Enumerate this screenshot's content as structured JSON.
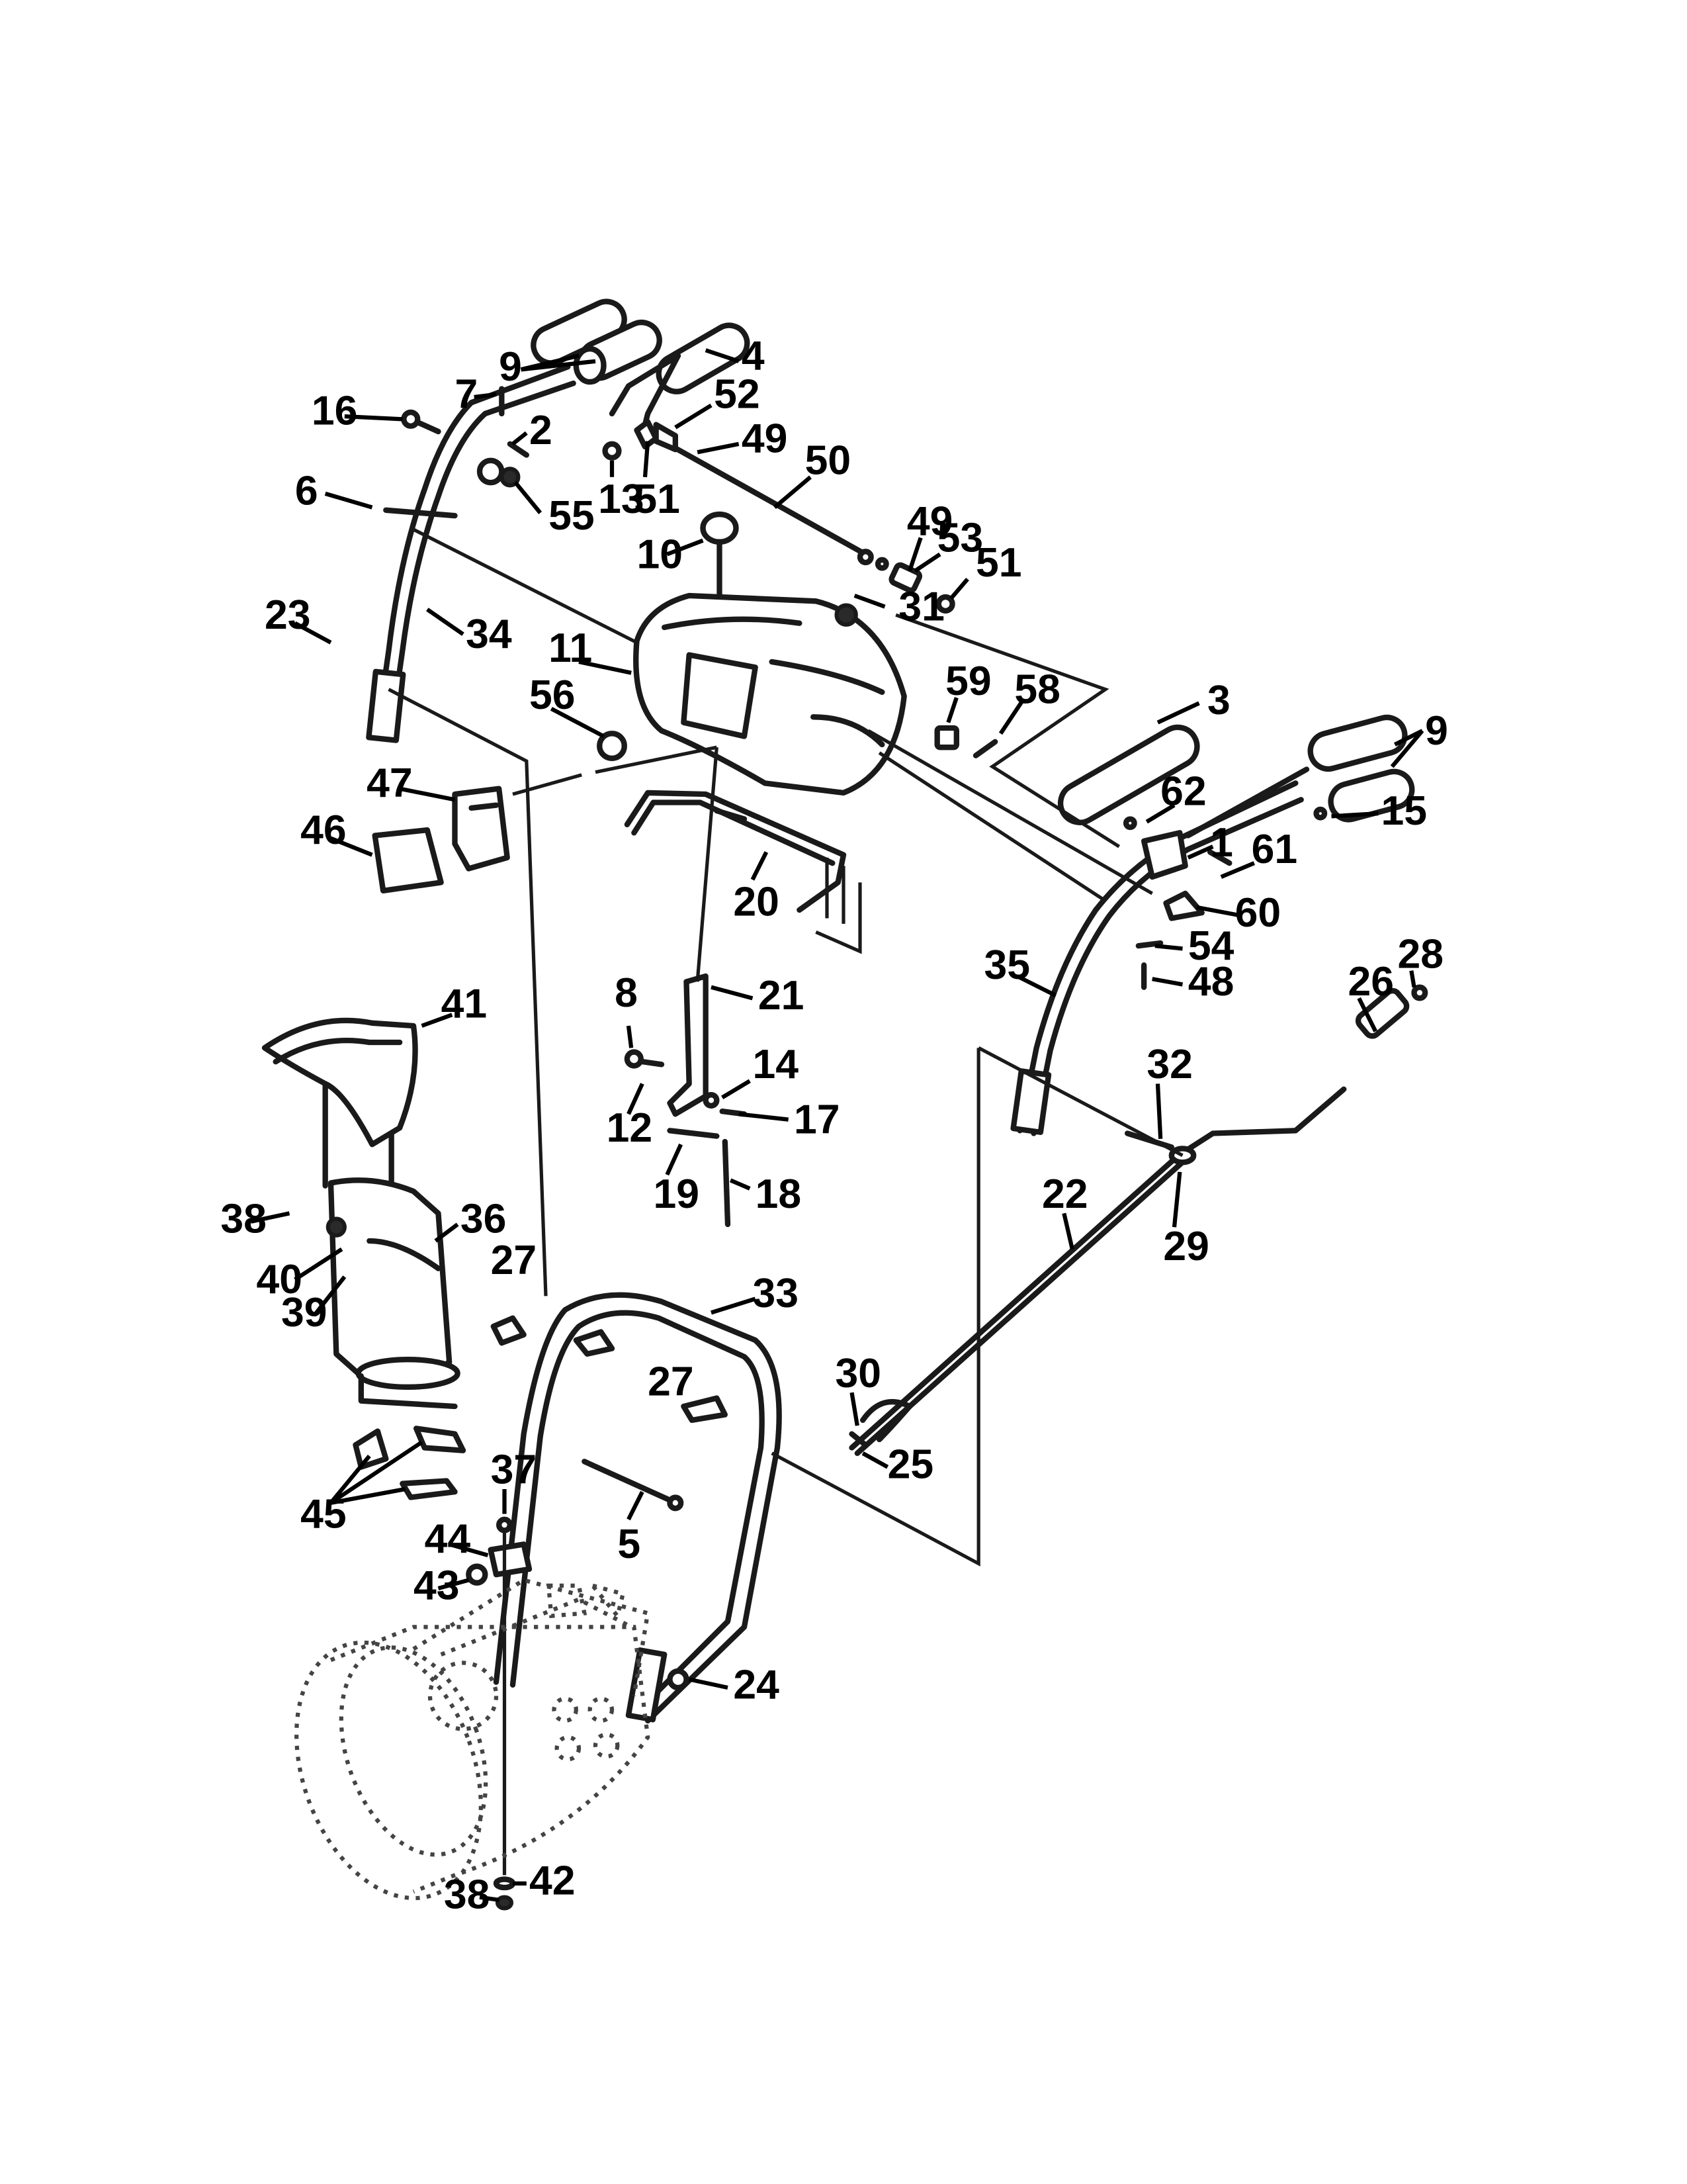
{
  "callouts": [
    {
      "id": "c1",
      "text": "1"
    },
    {
      "id": "c2",
      "text": "2"
    },
    {
      "id": "c3",
      "text": "3"
    },
    {
      "id": "c4",
      "text": "4"
    },
    {
      "id": "c5",
      "text": "5"
    },
    {
      "id": "c6",
      "text": "6"
    },
    {
      "id": "c7",
      "text": "7"
    },
    {
      "id": "c8",
      "text": "8"
    },
    {
      "id": "c9a",
      "text": "9"
    },
    {
      "id": "c9b",
      "text": "9"
    },
    {
      "id": "c10",
      "text": "10"
    },
    {
      "id": "c11",
      "text": "11"
    },
    {
      "id": "c12",
      "text": "12"
    },
    {
      "id": "c13",
      "text": "13"
    },
    {
      "id": "c14",
      "text": "14"
    },
    {
      "id": "c15",
      "text": "15"
    },
    {
      "id": "c16",
      "text": "16"
    },
    {
      "id": "c17",
      "text": "17"
    },
    {
      "id": "c18",
      "text": "18"
    },
    {
      "id": "c19",
      "text": "19"
    },
    {
      "id": "c20",
      "text": "20"
    },
    {
      "id": "c21",
      "text": "21"
    },
    {
      "id": "c22",
      "text": "22"
    },
    {
      "id": "c23",
      "text": "23"
    },
    {
      "id": "c24",
      "text": "24"
    },
    {
      "id": "c25",
      "text": "25"
    },
    {
      "id": "c26",
      "text": "26"
    },
    {
      "id": "c27a",
      "text": "27"
    },
    {
      "id": "c27b",
      "text": "27"
    },
    {
      "id": "c28",
      "text": "28"
    },
    {
      "id": "c29",
      "text": "29"
    },
    {
      "id": "c30",
      "text": "30"
    },
    {
      "id": "c31",
      "text": "31"
    },
    {
      "id": "c32",
      "text": "32"
    },
    {
      "id": "c33",
      "text": "33"
    },
    {
      "id": "c34",
      "text": "34"
    },
    {
      "id": "c35",
      "text": "35"
    },
    {
      "id": "c36",
      "text": "36"
    },
    {
      "id": "c37",
      "text": "37"
    },
    {
      "id": "c38a",
      "text": "38"
    },
    {
      "id": "c38b",
      "text": "38"
    },
    {
      "id": "c39",
      "text": "39"
    },
    {
      "id": "c40",
      "text": "40"
    },
    {
      "id": "c41",
      "text": "41"
    },
    {
      "id": "c42",
      "text": "42"
    },
    {
      "id": "c43",
      "text": "43"
    },
    {
      "id": "c44",
      "text": "44"
    },
    {
      "id": "c45",
      "text": "45"
    },
    {
      "id": "c46",
      "text": "46"
    },
    {
      "id": "c47",
      "text": "47"
    },
    {
      "id": "c48",
      "text": "48"
    },
    {
      "id": "c49a",
      "text": "49"
    },
    {
      "id": "c49b",
      "text": "49"
    },
    {
      "id": "c50",
      "text": "50"
    },
    {
      "id": "c51a",
      "text": "51"
    },
    {
      "id": "c51b",
      "text": "51"
    },
    {
      "id": "c52",
      "text": "52"
    },
    {
      "id": "c53",
      "text": "53"
    },
    {
      "id": "c54",
      "text": "54"
    },
    {
      "id": "c55",
      "text": "55"
    },
    {
      "id": "c56",
      "text": "56"
    },
    {
      "id": "c58",
      "text": "58"
    },
    {
      "id": "c59",
      "text": "59"
    },
    {
      "id": "c60",
      "text": "60"
    },
    {
      "id": "c61",
      "text": "61"
    },
    {
      "id": "c62",
      "text": "62"
    }
  ]
}
